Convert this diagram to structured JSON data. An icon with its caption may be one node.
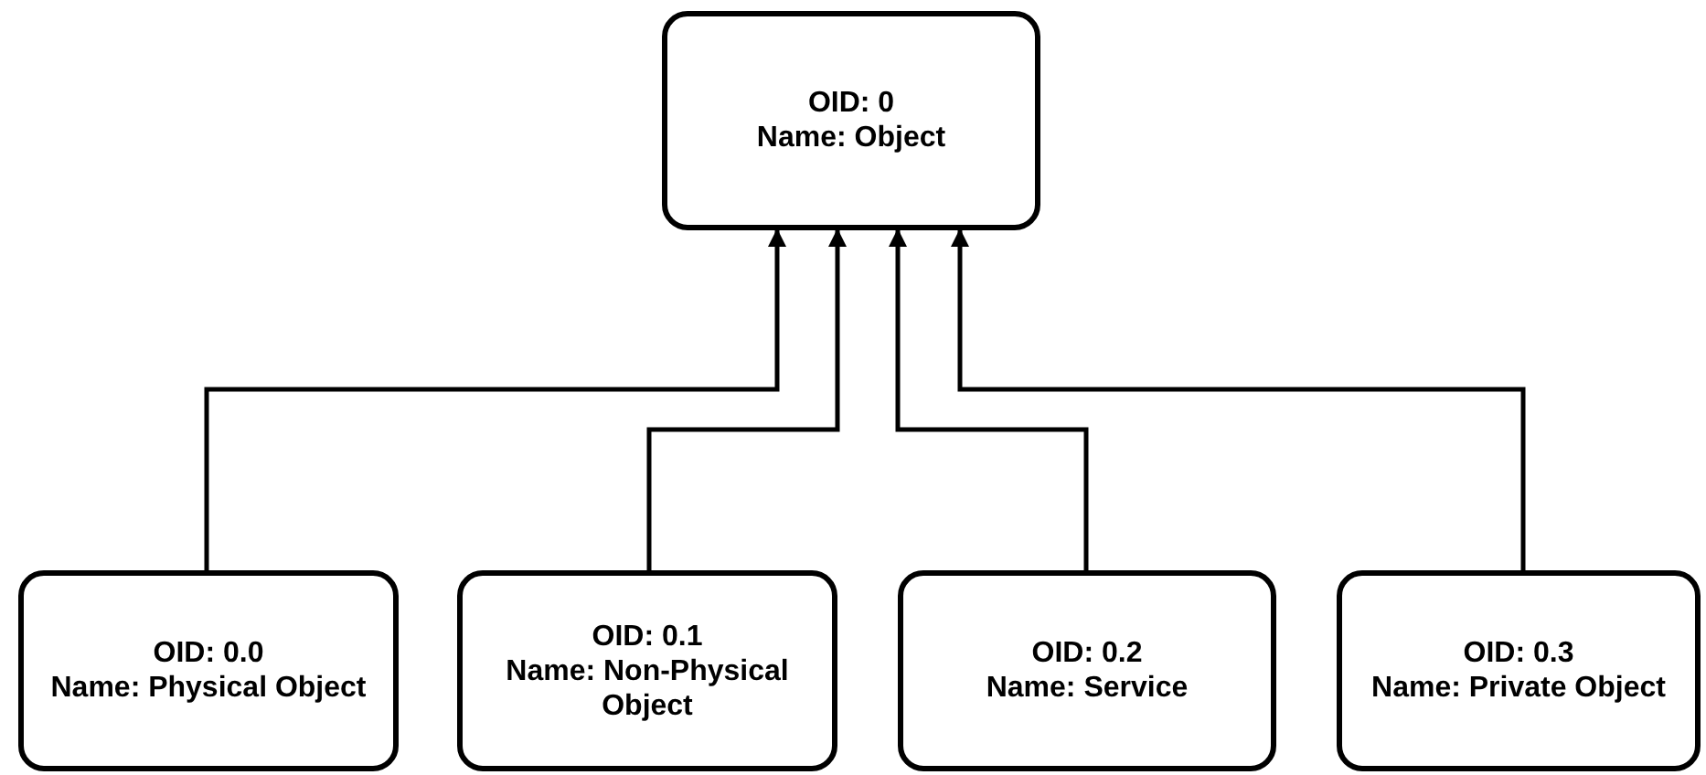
{
  "diagram": {
    "nodes": [
      {
        "text": [
          "OID: 0",
          "Name: Object"
        ]
      },
      {
        "text": [
          "OID: 0.0",
          "Name: Physical Object"
        ]
      },
      {
        "text": [
          "OID: 0.1",
          "Name: Non-Physical Object"
        ]
      },
      {
        "text": [
          "OID: 0.2",
          "Name: Service"
        ]
      },
      {
        "text": [
          "OID: 0.3",
          "Name: Private Object"
        ]
      }
    ],
    "edges": [
      {
        "from": 1,
        "to": 0,
        "arrow": "to"
      },
      {
        "from": 2,
        "to": 0,
        "arrow": "to"
      },
      {
        "from": 3,
        "to": 0,
        "arrow": "to"
      },
      {
        "from": 4,
        "to": 0,
        "arrow": "to"
      }
    ]
  }
}
